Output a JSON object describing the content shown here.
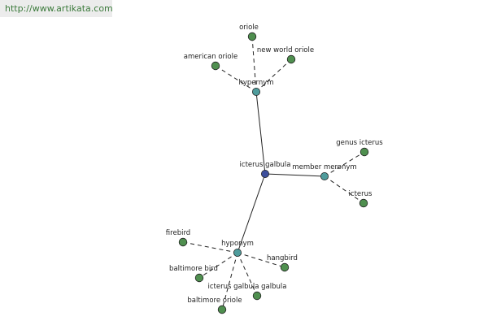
{
  "watermark": "http://www.artikata.com",
  "colors": {
    "root": "#3d4f9c",
    "relation": "#4f9c9c",
    "leaf": "#4f8f4f",
    "edge": "#222222"
  },
  "graph": {
    "nodes": [
      {
        "id": "root",
        "label": "icterus galbula",
        "kind": "root"
      },
      {
        "id": "hypernym",
        "label": "hypernym",
        "kind": "relation"
      },
      {
        "id": "meronym",
        "label": "member meronym",
        "kind": "relation"
      },
      {
        "id": "hyponym",
        "label": "hyponym",
        "kind": "relation"
      },
      {
        "id": "oriole",
        "label": "oriole",
        "kind": "leaf"
      },
      {
        "id": "american-oriole",
        "label": "american oriole",
        "kind": "leaf"
      },
      {
        "id": "new-world-oriole",
        "label": "new world oriole",
        "kind": "leaf"
      },
      {
        "id": "genus-icterus",
        "label": "genus icterus",
        "kind": "leaf"
      },
      {
        "id": "icterus",
        "label": "icterus",
        "kind": "leaf"
      },
      {
        "id": "firebird",
        "label": "firebird",
        "kind": "leaf"
      },
      {
        "id": "hangbird",
        "label": "hangbird",
        "kind": "leaf"
      },
      {
        "id": "baltimore-bird",
        "label": "baltimore bird",
        "kind": "leaf"
      },
      {
        "id": "icterus-galbula-galbula",
        "label": "icterus galbula galbula",
        "kind": "leaf"
      },
      {
        "id": "baltimore-oriole",
        "label": "baltimore oriole",
        "kind": "leaf"
      }
    ],
    "edges": [
      {
        "from": "root",
        "to": "hypernym",
        "style": "solid"
      },
      {
        "from": "root",
        "to": "meronym",
        "style": "solid"
      },
      {
        "from": "root",
        "to": "hyponym",
        "style": "solid"
      },
      {
        "from": "hypernym",
        "to": "oriole",
        "style": "dashed"
      },
      {
        "from": "hypernym",
        "to": "american-oriole",
        "style": "dashed"
      },
      {
        "from": "hypernym",
        "to": "new-world-oriole",
        "style": "dashed"
      },
      {
        "from": "meronym",
        "to": "genus-icterus",
        "style": "dashed"
      },
      {
        "from": "meronym",
        "to": "icterus",
        "style": "dashed"
      },
      {
        "from": "hyponym",
        "to": "firebird",
        "style": "dashed"
      },
      {
        "from": "hyponym",
        "to": "hangbird",
        "style": "dashed"
      },
      {
        "from": "hyponym",
        "to": "baltimore-bird",
        "style": "dashed"
      },
      {
        "from": "hyponym",
        "to": "icterus-galbula-galbula",
        "style": "dashed"
      },
      {
        "from": "hyponym",
        "to": "baltimore-oriole",
        "style": "dashed"
      }
    ]
  }
}
